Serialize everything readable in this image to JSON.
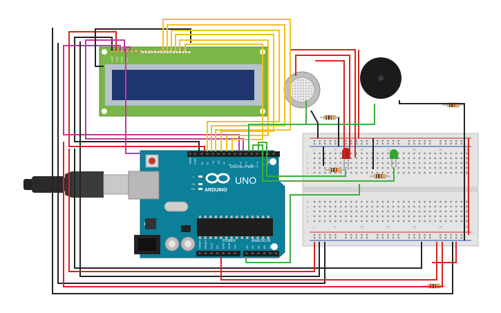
{
  "board": {
    "brand": "ARDUINO",
    "model": "UNO",
    "digital_header": "DIGITAL (PWM ~)",
    "power_header": "POWER",
    "analog_header": "ANALOG IN",
    "tx_label": "TX",
    "rx_label": "RX",
    "l_label": "L",
    "aref": "AREF",
    "gnd": "GND",
    "digital_pins": [
      "13",
      "12",
      "~11",
      "~10",
      "~9",
      "8",
      "7",
      "~6",
      "~5",
      "4",
      "~3",
      "2",
      "TX▸1",
      "RX◂0"
    ],
    "power_pins": [
      "IOREF",
      "RESET",
      "3.3V",
      "5V",
      "GND",
      "GND",
      "Vin"
    ],
    "analog_pins": [
      "A0",
      "A1",
      "A2",
      "A3",
      "A4",
      "A5"
    ]
  },
  "lcd": {
    "pin_labels": [
      "GND",
      "VCC",
      "SDA",
      "SCL",
      "",
      "",
      "",
      "",
      "",
      "",
      "",
      "",
      "",
      "",
      "",
      ""
    ]
  },
  "breadboard": {
    "row_letters_top": [
      "j",
      "i",
      "h",
      "g",
      "f"
    ],
    "row_letters_bottom": [
      "e",
      "d",
      "c",
      "b",
      "a"
    ],
    "column_numbers": [
      "1",
      "5",
      "10",
      "15",
      "20",
      "25",
      "30"
    ],
    "plus": "+",
    "minus": "−"
  },
  "colors": {
    "wire_red": "#d9221c",
    "wire_black": "#222222",
    "wire_yellow": "#f2c21b",
    "wire_magenta": "#c2379a",
    "wire_green": "#3aae3a",
    "board": "#0c7f99",
    "lcd_pcb": "#7ab648",
    "lcd_screen": "#1f3572",
    "led_red": "#b51e1e",
    "led_green": "#2ea82e"
  }
}
